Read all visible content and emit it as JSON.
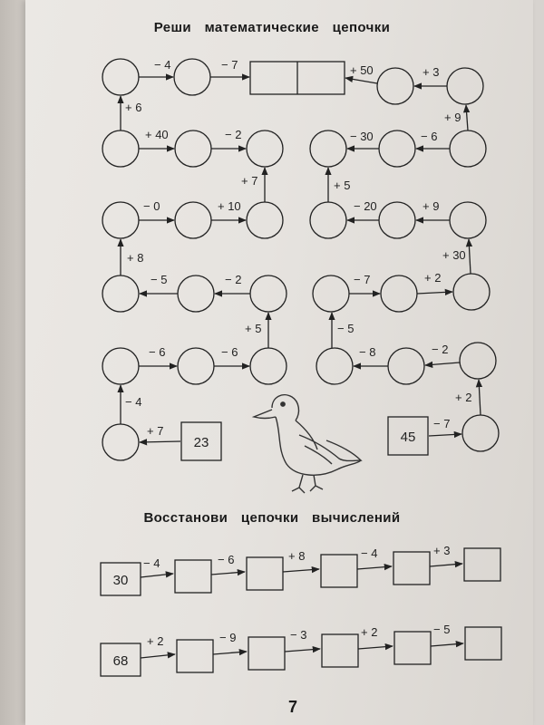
{
  "titles": {
    "chains": "Реши математические цепочки",
    "restore": "Восстанови цепочки вычислений"
  },
  "page_number": "7",
  "operations": {
    "top_row": [
      "− 4",
      "− 7",
      "+ 50",
      "+ 3"
    ],
    "top_vertical": [
      "+ 6",
      "+ 9"
    ],
    "row2": [
      "+ 40",
      "− 2",
      "− 30",
      "− 6"
    ],
    "row2_vertical": [
      "+ 7",
      "+ 5"
    ],
    "row3": [
      "− 0",
      "+ 10",
      "− 20",
      "+ 9"
    ],
    "row3_vertical": [
      "+ 8",
      "+ 30"
    ],
    "row4": [
      "− 5",
      "− 2",
      "− 7",
      "+ 2"
    ],
    "row4_vertical": [
      "+ 5",
      "− 5"
    ],
    "row5": [
      "− 6",
      "− 6",
      "− 8",
      "− 2"
    ],
    "row5_vertical": [
      "− 4",
      "+ 2"
    ],
    "row6": [
      "+ 7",
      "− 7"
    ]
  },
  "start_values": {
    "left": "23",
    "right": "45"
  },
  "restore": {
    "chain1_start": "30",
    "chain1_ops": [
      "− 4",
      "− 6",
      "+ 8",
      "− 4",
      "+ 3"
    ],
    "chain2_start": "68",
    "chain2_ops": [
      "+ 2",
      "− 9",
      "− 3",
      "+ 2",
      "− 5"
    ]
  },
  "icons": [
    "bird-illustration",
    "arrow-icon"
  ]
}
